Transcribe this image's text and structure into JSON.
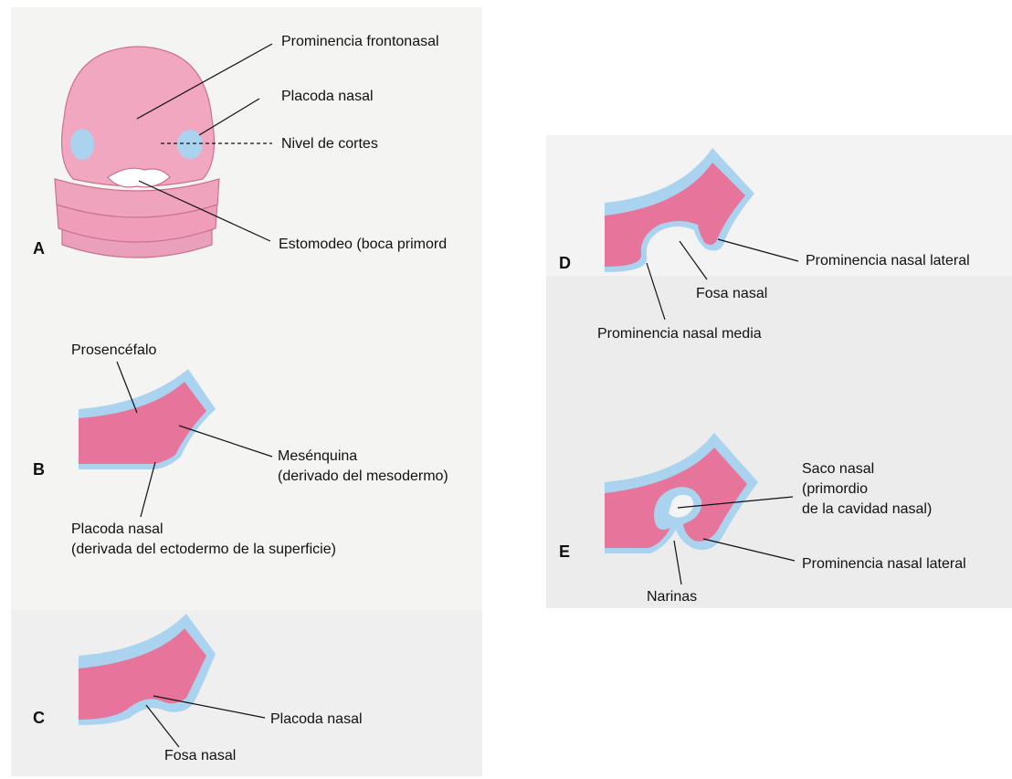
{
  "panels": {
    "A": {
      "letter": "A",
      "labels": {
        "frontonasal": "Prominencia frontonasal",
        "placoda": "Placoda nasal",
        "nivel": "Nivel de cortes",
        "estomodeo": "Estomodeo (boca primord"
      }
    },
    "B": {
      "letter": "B",
      "labels": {
        "prosencefalo": "Prosencéfalo",
        "mesenquina_1": "Mesénquina",
        "mesenquina_2": "(derivado del mesodermo)",
        "placoda_1": "Placoda nasal",
        "placoda_2": "(derivada del ectodermo de la superficie)"
      }
    },
    "C": {
      "letter": "C",
      "labels": {
        "placoda": "Placoda nasal",
        "fosa": "Fosa nasal"
      }
    },
    "D": {
      "letter": "D",
      "labels": {
        "lateral": "Prominencia nasal lateral",
        "fosa": "Fosa nasal",
        "media": "Prominencia nasal media"
      }
    },
    "E": {
      "letter": "E",
      "labels": {
        "saco_1": "Saco nasal",
        "saco_2": "(primordio",
        "saco_3": "de la cavidad nasal)",
        "lateral": "Prominencia nasal lateral",
        "narinas": "Narinas"
      }
    }
  },
  "colors": {
    "mesenchyme": "#e7759b",
    "ectoderm": "#b9d8ee",
    "embryo_face": "#f0a2bd",
    "placode": "#a9d3ef"
  }
}
